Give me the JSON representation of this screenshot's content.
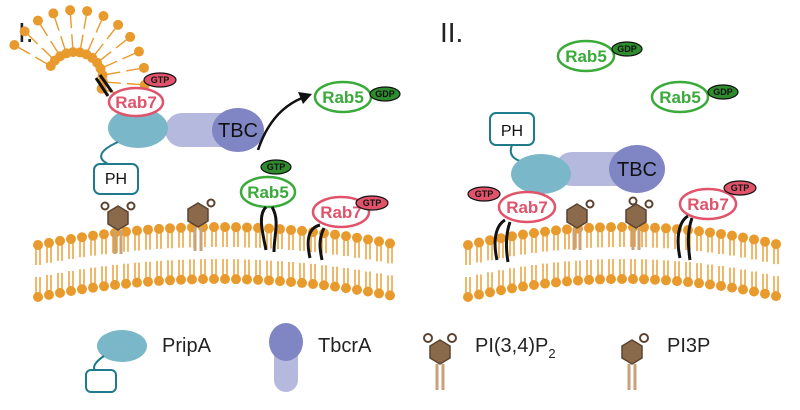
{
  "panels": {
    "one": "I.",
    "two": "II."
  },
  "labels": {
    "rab7": "Rab7",
    "rab5": "Rab5",
    "gtp": "GTP",
    "gdp": "GDP",
    "tbc": "TBC",
    "ph": "PH"
  },
  "legend": {
    "pripa": "PripA",
    "tbcra": "TbcrA",
    "pi34p2_base": "PI(3,4)P",
    "pi34p2_sub": "2",
    "pi3p": "PI3P"
  },
  "colors": {
    "lipid": "#E89A2C",
    "rab7": "#E0536B",
    "rab5": "#3AAA3A",
    "gtp_fill": "#E0536B",
    "gdp_fill": "#2E8B2E",
    "pripa": "#79B7C9",
    "tbcra_head": "#7F86C3",
    "tbcra_stalk": "#B6B9DE",
    "ph_stroke": "#1F7A8C",
    "pi_head": "#8B6A4B",
    "pi_stalk": "#C9A27A"
  }
}
